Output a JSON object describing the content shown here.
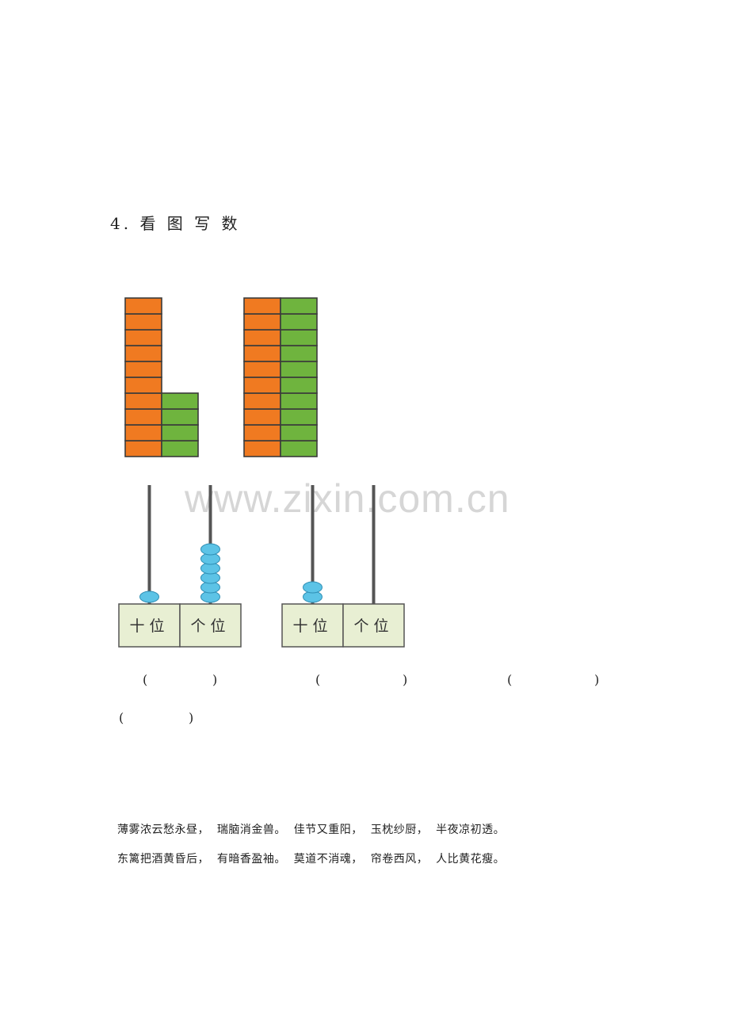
{
  "question": {
    "title": "4. 看 图 写 数"
  },
  "block_groups": [
    {
      "name": "left",
      "orange": 10,
      "green": 4
    },
    {
      "name": "right",
      "orange": 10,
      "green": 10
    }
  ],
  "abacus": [
    {
      "tens_beads": 1,
      "ones_beads": 6,
      "tens_label": "十位",
      "ones_label": "个位"
    },
    {
      "tens_beads": 2,
      "ones_beads": 0,
      "tens_label": "十位",
      "ones_label": "个位"
    }
  ],
  "colors": {
    "orange": "#f07a21",
    "green": "#6fb43e",
    "bead": "#5cc3e6",
    "label_box": "#e8efd3"
  },
  "answer_blanks": {
    "b1_open": "(",
    "b1_close": ")",
    "b2_open": "(",
    "b2_close": ")",
    "b3_open": "(",
    "b3_close": ")",
    "b4_open": "(",
    "b4_close": ")"
  },
  "watermark": "www.zixin.com.cn",
  "poem": {
    "line1": "薄雾浓云愁永昼，  瑞脑消金兽。  佳节又重阳，  玉枕纱厨，  半夜凉初透。",
    "line2": "东篱把酒黄昏后，  有暗香盈袖。  莫道不消魂，  帘卷西风，  人比黄花瘦。"
  }
}
